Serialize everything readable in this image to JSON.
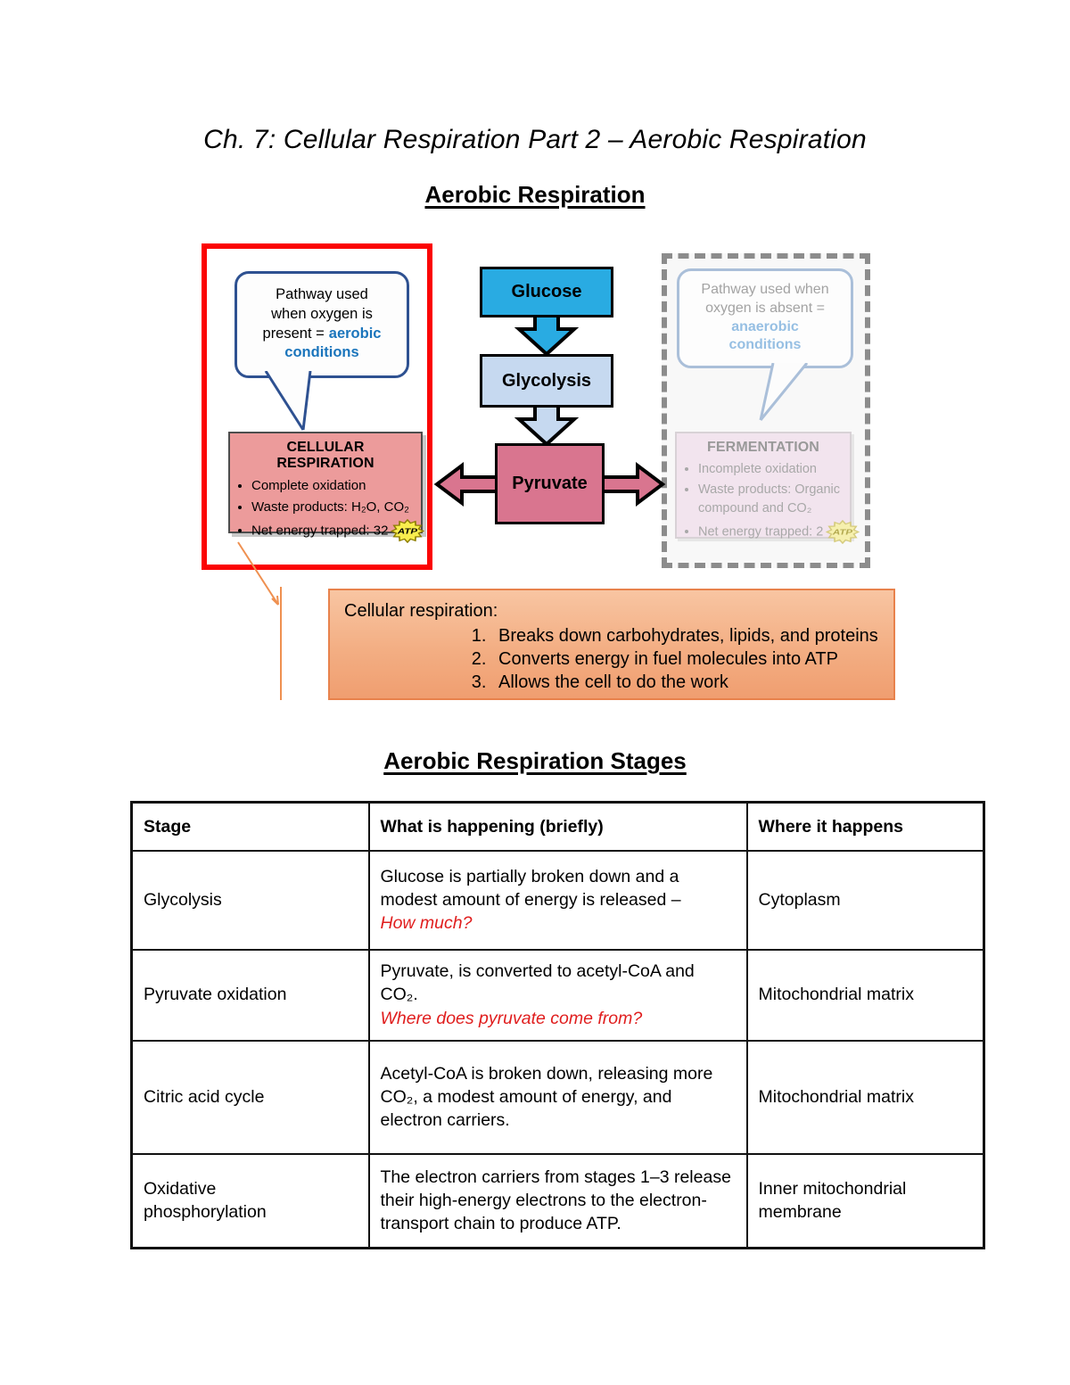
{
  "page": {
    "title": "Ch. 7: Cellular Respiration Part 2 – Aerobic Respiration",
    "heading_aerobic": "Aerobic Respiration",
    "heading_stages": "Aerobic Respiration Stages"
  },
  "diagram": {
    "flow": {
      "glucose": "Glucose",
      "glycolysis": "Glycolysis",
      "pyruvate": "Pyruvate"
    },
    "aerobic_panel": {
      "bubble_plain": "Pathway used\nwhen oxygen is\npresent =",
      "bubble_highlight": "aerobic\nconditions",
      "card_title": "CELLULAR RESPIRATION",
      "bullets": [
        "Complete oxidation",
        "Waste products: H₂O, CO₂"
      ],
      "energy_bullet": "Net energy trapped: 32",
      "atp_label": "ATP"
    },
    "anaerobic_panel": {
      "bubble_plain": "Pathway used when\noxygen is absent =",
      "bubble_highlight": "anaerobic\nconditions",
      "card_title": "FERMENTATION",
      "bullets": [
        "Incomplete oxidation",
        "Waste products: Organic compound and CO₂"
      ],
      "energy_bullet": "Net energy trapped: 2",
      "atp_label": "ATP"
    },
    "note_box": {
      "lead": "Cellular respiration:",
      "items": [
        "Breaks down carbohydrates, lipids, and proteins",
        "Converts energy in fuel molecules into ATP",
        "Allows the cell to do the work"
      ]
    }
  },
  "table": {
    "headers": [
      "Stage",
      "What is happening (briefly)",
      "Where it happens"
    ],
    "rows": [
      {
        "stage": "Glycolysis",
        "what": "Glucose is partially broken down and a modest amount of energy is released –",
        "question": "How much?",
        "where": "Cytoplasm"
      },
      {
        "stage": "Pyruvate oxidation",
        "what": "Pyruvate, is converted to acetyl-CoA and CO₂.",
        "question": "Where does pyruvate come from?",
        "where": "Mitochondrial matrix"
      },
      {
        "stage": "Citric acid cycle",
        "what": "Acetyl-CoA is broken down, releasing more CO₂, a modest amount of energy, and electron carriers.",
        "question": "",
        "where": "Mitochondrial matrix"
      },
      {
        "stage": "Oxidative\nphosphorylation",
        "what": "The electron carriers from stages 1–3 release their high-energy electrons to the electron-transport chain to produce ATP.",
        "question": "",
        "where": "Inner mitochondrial membrane"
      }
    ]
  },
  "colors": {
    "accent_red_border": "#fb0404",
    "glucose_blue": "#29abe2",
    "glycolysis_blue": "#c6d9f0",
    "pyruvate_rose": "#d9758f",
    "respiration_card_pink": "#ec9b9b",
    "bubble_navy": "#2e5191",
    "aerobic_text_blue": "#1b75bc",
    "note_orange_border": "#e8824c",
    "question_red": "#e01e1e",
    "atp_yellow": "#f9ee4e",
    "dashed_gray": "#8c8c8c"
  }
}
